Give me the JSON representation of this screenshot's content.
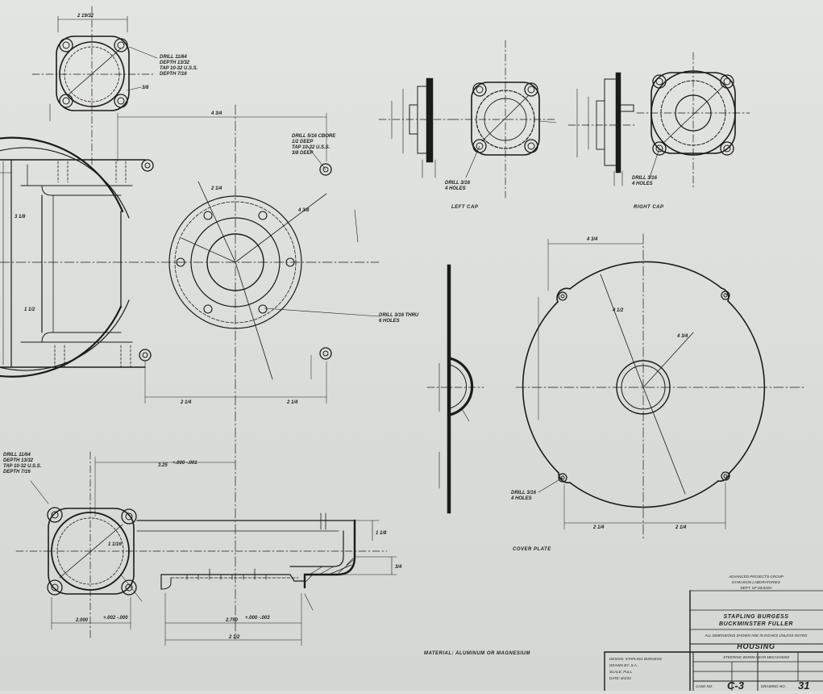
{
  "views": {
    "top_flange": {
      "dim_width": "2 19/32",
      "note_lines": [
        "DRILL 11/64",
        "DEPTH 13/32",
        "TAP 10-32 U.S.S.",
        "DEPTH 7/16"
      ],
      "hole_label": "3/8"
    },
    "main_front": {
      "dim_top": "4 3/4",
      "dim_left": "3 1/8",
      "dim_left_lower": "1 1/2",
      "dim_bottom_left": "2 1/4",
      "dim_bottom_right": "2 1/4",
      "radius_outer": "4 3/8",
      "radius_inner": "2 1/4",
      "drill_note": [
        "DRILL 5/16 CBORE",
        "1/2 DEEP",
        "TAP 10-32 U.S.S.",
        "3/8 DEEP"
      ],
      "drill_note_lower": [
        "DRILL 3/16 THRU",
        "6 HOLES"
      ]
    },
    "bottom_section": {
      "note_lines": [
        "DRILL 11/64",
        "DEPTH 13/32",
        "TAP 10-32 U.S.S.",
        "DEPTH 7/16"
      ],
      "dim_upper": "3.25",
      "dim_upper_tol": "+.000 -.001",
      "dim_lower_left": "2.000",
      "dim_lower_left_tol": "+.002 -.000",
      "dim_lower_mid": "2.750",
      "dim_lower_mid_tol": "+.000 -.003",
      "dim_bottom": "2 1/2",
      "dim_right": "1 1/8",
      "dim_right2": "3/4",
      "radius": "1 1/16"
    },
    "cap_views": [
      {
        "id": "left",
        "caption": "LEFT CAP",
        "drill": [
          "DRILL 3/16",
          "4 HOLES"
        ]
      },
      {
        "id": "right",
        "caption": "RIGHT CAP",
        "drill": [
          "DRILL 3/16",
          "4 HOLES"
        ]
      }
    ],
    "cover_plate": {
      "caption": "COVER PLATE",
      "dim_top": "4 3/4",
      "dim_radius": "4 1/2",
      "dim_radius2": "4 3/4",
      "dim_bottom_left": "2 1/4",
      "dim_bottom_right": "2 1/4",
      "drill": [
        "DRILL 3/16",
        "4 HOLES"
      ]
    }
  },
  "footer_note": "MATERIAL: ALUMINUM OR MAGNESIUM",
  "title_block": {
    "lines_small": [
      "ADVANCED PROJECTS GROUP",
      "DYMAXION LABORATORIES",
      "DEPT. OF DESIGN"
    ],
    "designers": [
      "STAPLING BURGESS",
      "BUCKMINSTER FULLER"
    ],
    "note": "ALL DIMENSIONS SHOWN ARE IN INCHES UNLESS NOTED",
    "part": "HOUSING",
    "subtitle": "STEERING WORM GEAR MECHANISM",
    "left_block": [
      "DESIGN: STAPLING BURGESS",
      "DRAWN BY: S.A.",
      "SCALE: FULL",
      "DATE: 6/1/33"
    ],
    "case_label": "CASE NO.",
    "case_no": "C-3",
    "drawing_label": "DRAWING NO.",
    "drawing_no": "31"
  },
  "colors": {
    "paper": "#dcdedb",
    "ink": "#1a1a1a"
  }
}
